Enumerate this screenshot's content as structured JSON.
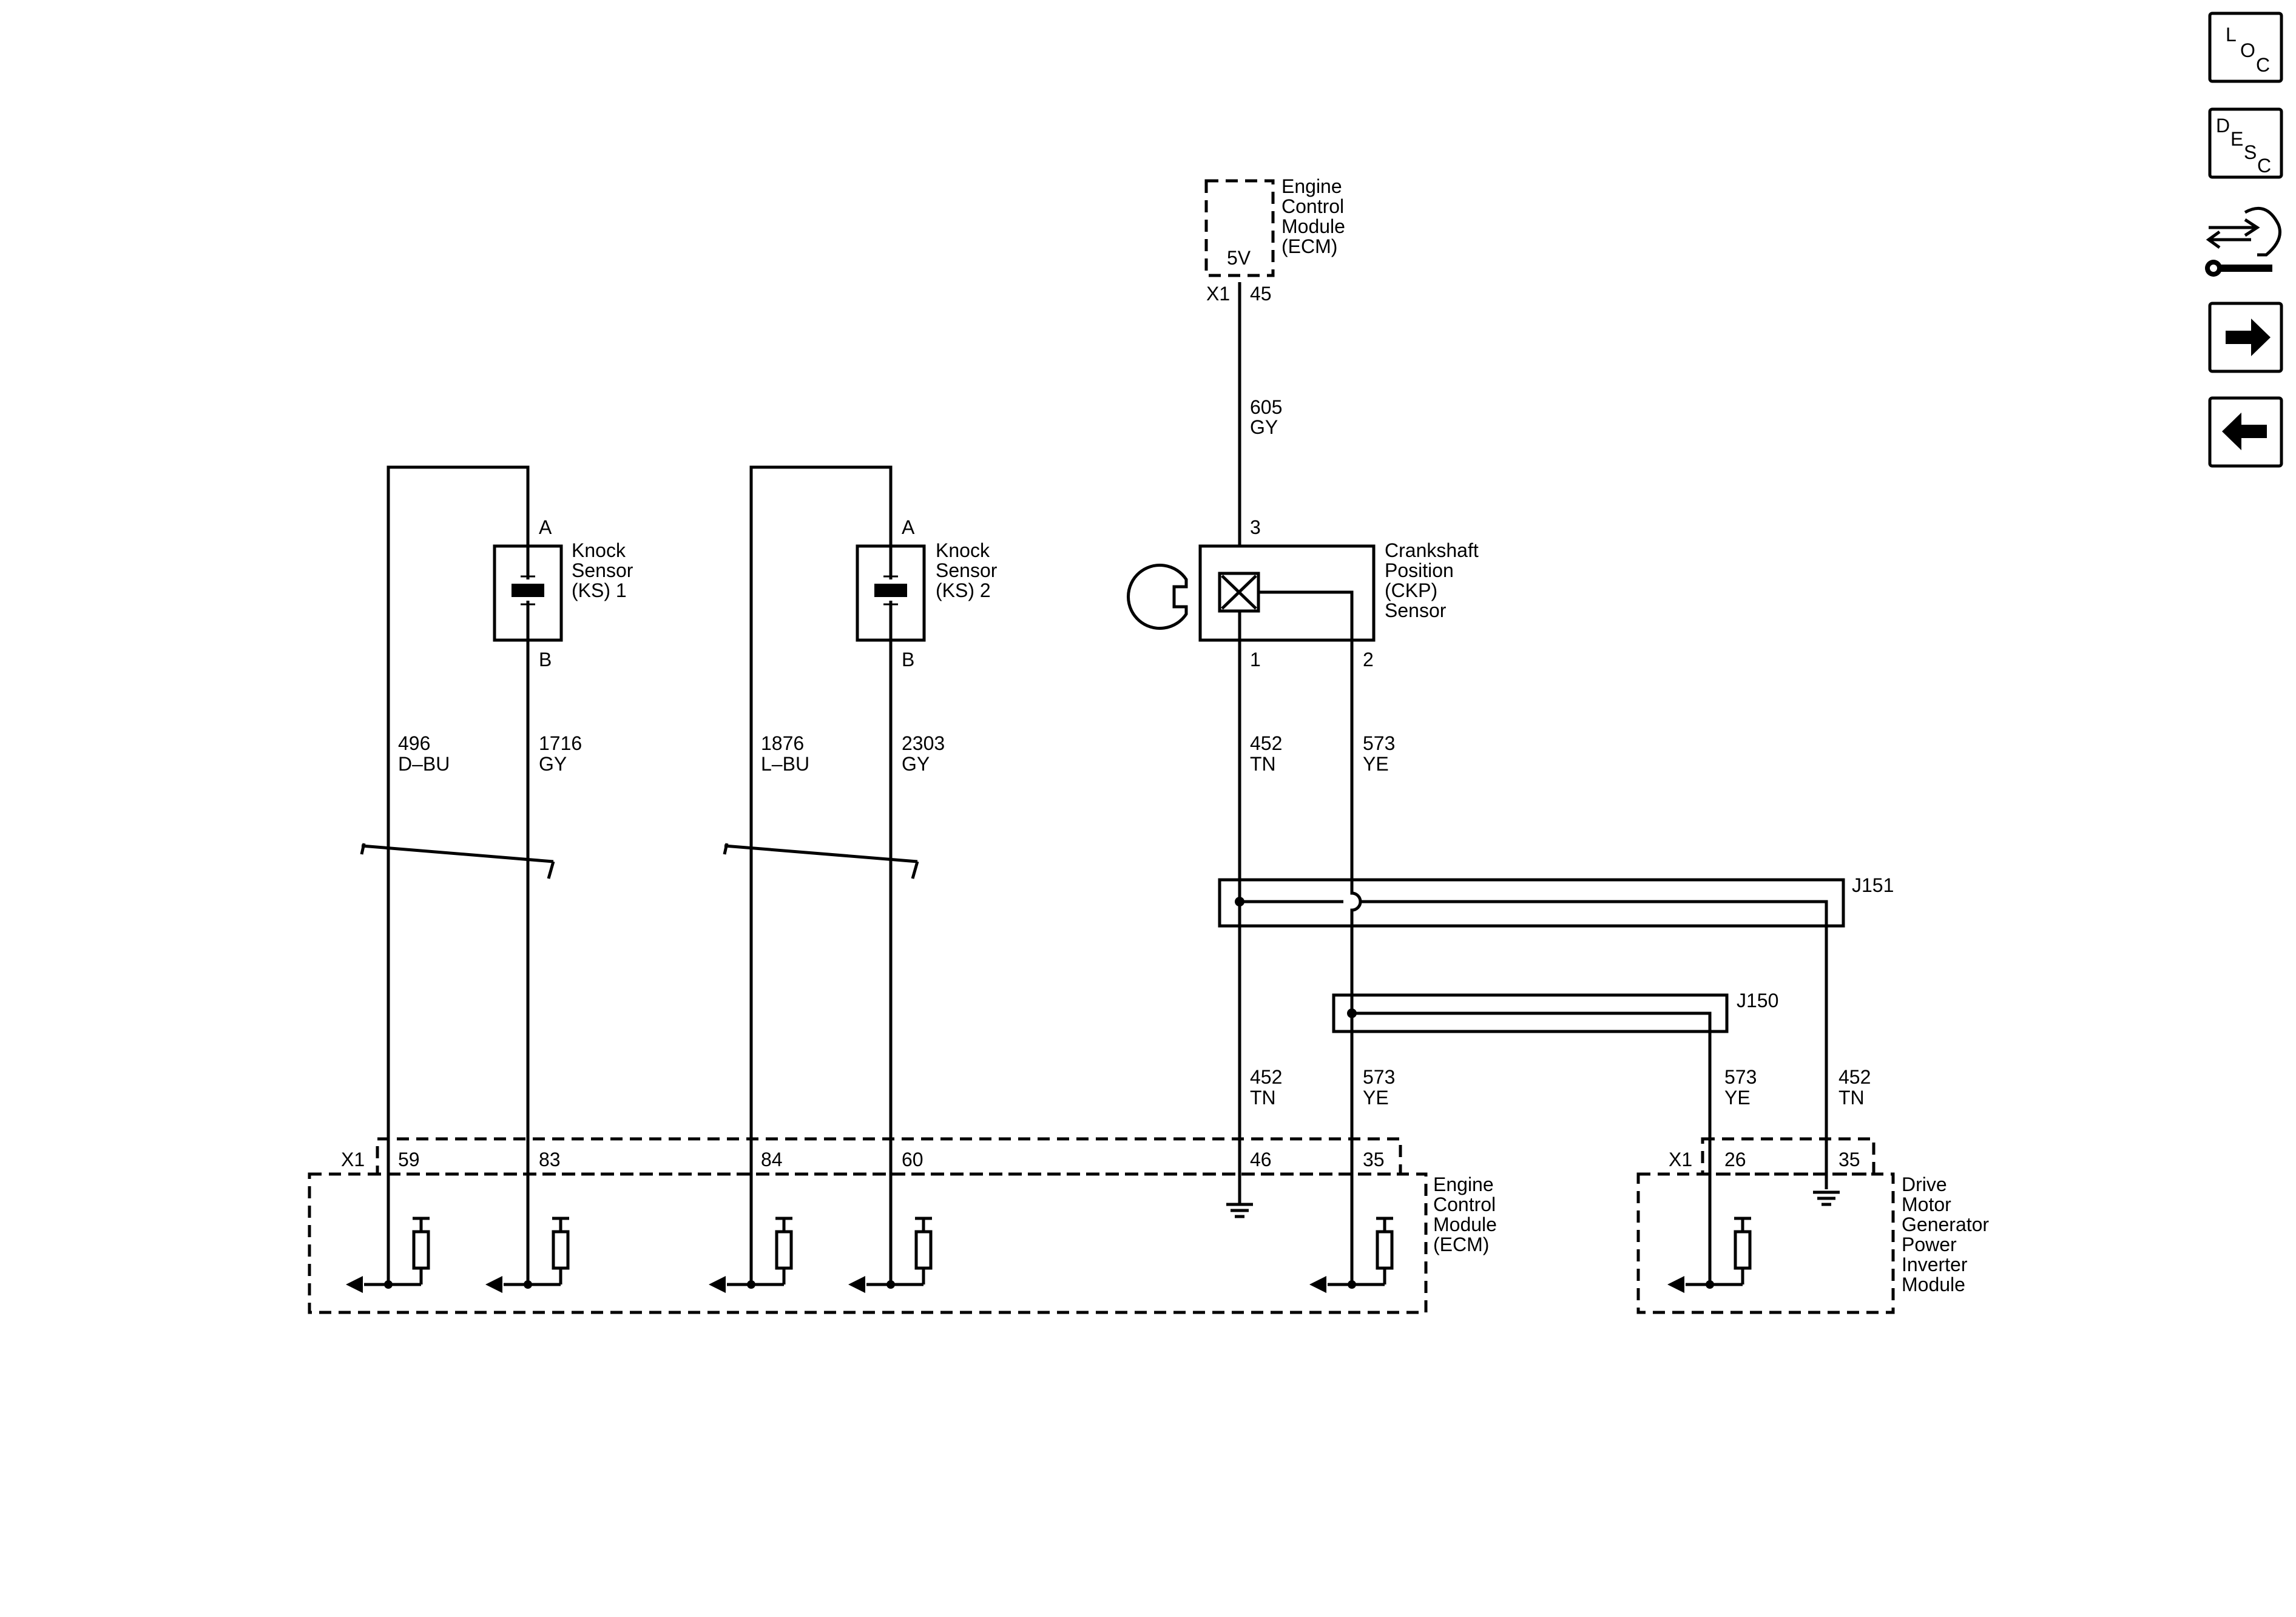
{
  "nav": {
    "loc": {
      "l1": "L",
      "l2": "O",
      "l3": "C"
    },
    "desc": {
      "l1": "D",
      "l2": "E",
      "l3": "S",
      "l4": "C"
    },
    "icons": [
      "loc-button",
      "desc-button",
      "connector-tool-icon",
      "next-arrow-icon",
      "previous-arrow-icon"
    ]
  },
  "ecm_top": {
    "name": [
      "Engine",
      "Control",
      "Module",
      "(ECM)"
    ],
    "voltage": "5V",
    "connector": "X1",
    "pin": "45"
  },
  "wire_605": {
    "circuit": "605",
    "color": "GY"
  },
  "ks1": {
    "name": [
      "Knock",
      "Sensor",
      "(KS) 1"
    ],
    "pin_a": "A",
    "pin_b": "B"
  },
  "ks2": {
    "name": [
      "Knock",
      "Sensor",
      "(KS) 2"
    ],
    "pin_a": "A",
    "pin_b": "B"
  },
  "ckp": {
    "name": [
      "Crankshaft",
      "Position",
      "(CKP)",
      "Sensor"
    ],
    "pin_top": "3",
    "pin_1": "1",
    "pin_2": "2"
  },
  "wires": {
    "w496": {
      "circuit": "496",
      "color": "D–BU"
    },
    "w1716": {
      "circuit": "1716",
      "color": "GY"
    },
    "w1876": {
      "circuit": "1876",
      "color": "L–BU"
    },
    "w2303": {
      "circuit": "2303",
      "color": "GY"
    },
    "w452a": {
      "circuit": "452",
      "color": "TN"
    },
    "w573a": {
      "circuit": "573",
      "color": "YE"
    },
    "w452b": {
      "circuit": "452",
      "color": "TN"
    },
    "w573b": {
      "circuit": "573",
      "color": "YE"
    },
    "w573c": {
      "circuit": "573",
      "color": "YE"
    },
    "w452c": {
      "circuit": "452",
      "color": "TN"
    }
  },
  "splices": {
    "j151": "J151",
    "j150": "J150"
  },
  "ecm_bottom": {
    "connector": "X1",
    "pins": [
      "59",
      "83",
      "84",
      "60",
      "46",
      "35"
    ],
    "name": [
      "Engine",
      "Control",
      "Module",
      "(ECM)"
    ]
  },
  "dmgpim": {
    "connector": "X1",
    "pins": [
      "26",
      "35"
    ],
    "name": [
      "Drive",
      "Motor",
      "Generator",
      "Power",
      "Inverter",
      "Module"
    ]
  }
}
